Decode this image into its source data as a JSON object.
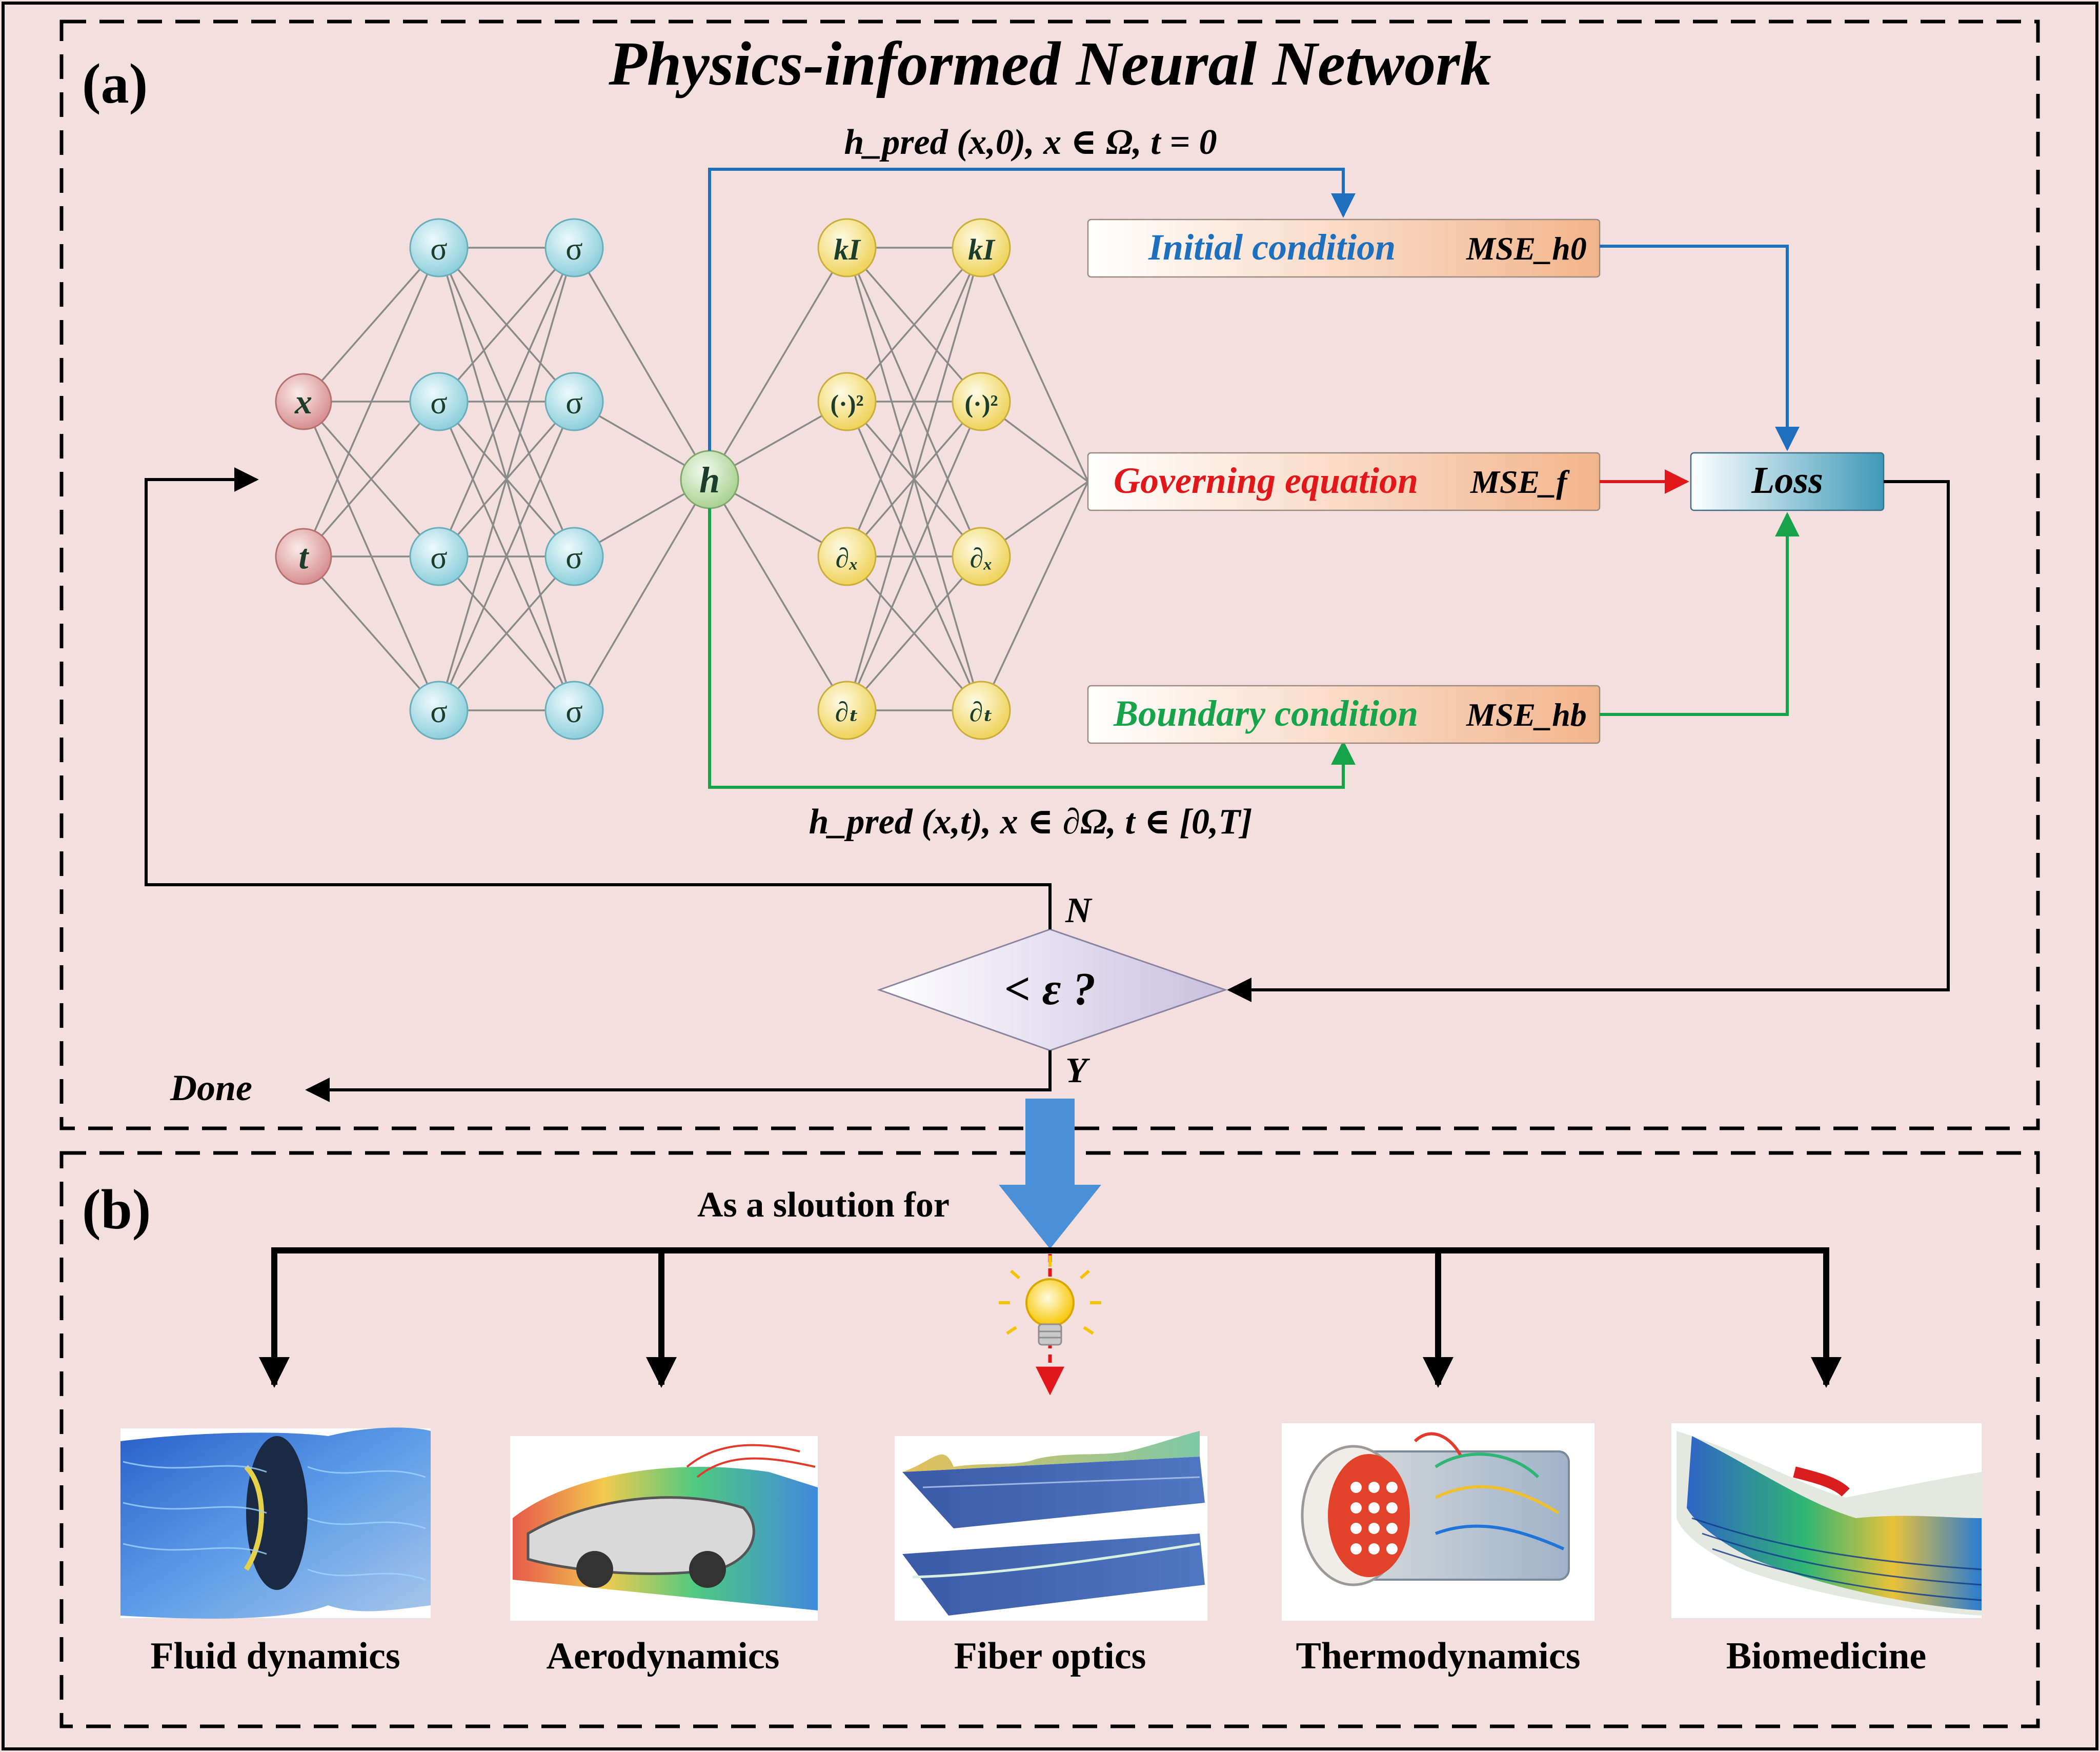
{
  "panel_a": {
    "label": "(a)",
    "title": "Physics-informed Neural Network",
    "inputs": [
      "x",
      "t"
    ],
    "hidden_activation": "σ",
    "output": "h",
    "operator_nodes": [
      "kI",
      "(·)²",
      "∂ₓ",
      "∂ₜ"
    ],
    "initial_condition_formula": "h_pred (x,0), x ∈ Ω, t = 0",
    "boundary_condition_formula": "h_pred (x,t), x ∈ ∂Ω, t ∈ [0,T]",
    "terms": [
      {
        "name": "Initial condition",
        "metric": "MSE_h0",
        "color": "#1f6fbf"
      },
      {
        "name": "Governing equation",
        "metric": "MSE_f",
        "color": "#e0181b"
      },
      {
        "name": "Boundary condition",
        "metric": "MSE_hb",
        "color": "#17a34a"
      }
    ],
    "loss_label": "Loss",
    "decision_label": "< ε ?",
    "no_label": "N",
    "yes_label": "Y",
    "done_label": "Done"
  },
  "panel_b": {
    "label": "(b)",
    "caption": "As a sloution for",
    "applications": [
      {
        "label": "Fluid dynamics",
        "icon": "fluid-flow-visualization"
      },
      {
        "label": "Aerodynamics",
        "icon": "car-streamlines-visualization"
      },
      {
        "label": "Fiber optics",
        "icon": "optical-wave-surface-visualization"
      },
      {
        "label": "Thermodynamics",
        "icon": "heat-exchanger-visualization"
      },
      {
        "label": "Biomedicine",
        "icon": "blood-vessel-flow-visualization"
      }
    ]
  },
  "colors": {
    "background": "#f4dfdf",
    "input_node": "#d88f8f",
    "hidden_node": "#8dcfdc",
    "output_node": "#b8d9a5",
    "operator_node": "#f2dc6e",
    "big_arrow": "#4a90d9"
  }
}
